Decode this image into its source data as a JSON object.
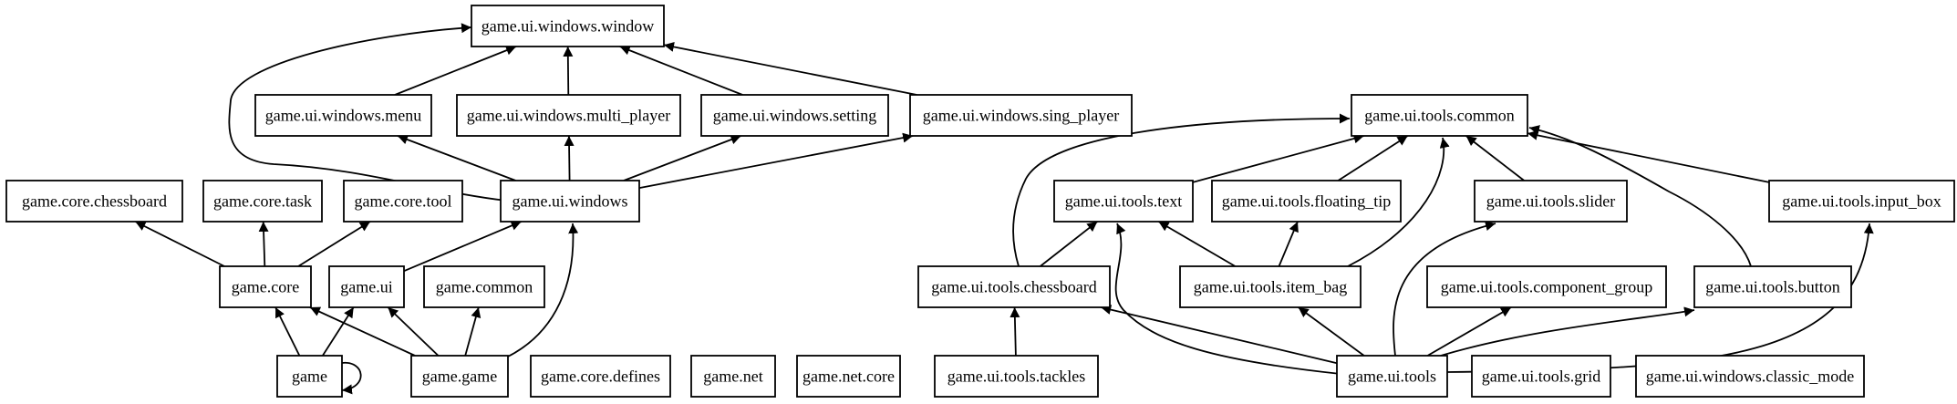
{
  "colors": {
    "background": "#ffffff",
    "stroke": "#000000",
    "text": "#000000"
  },
  "nodes": [
    {
      "id": "w_window",
      "label": "game.ui.windows.window"
    },
    {
      "id": "w_menu",
      "label": "game.ui.windows.menu"
    },
    {
      "id": "w_multi",
      "label": "game.ui.windows.multi_player"
    },
    {
      "id": "w_setting",
      "label": "game.ui.windows.setting"
    },
    {
      "id": "w_sing",
      "label": "game.ui.windows.sing_player"
    },
    {
      "id": "core_chessboard",
      "label": "game.core.chessboard"
    },
    {
      "id": "core_task",
      "label": "game.core.task"
    },
    {
      "id": "core_tool",
      "label": "game.core.tool"
    },
    {
      "id": "windows",
      "label": "game.ui.windows"
    },
    {
      "id": "core",
      "label": "game.core"
    },
    {
      "id": "ui",
      "label": "game.ui"
    },
    {
      "id": "common",
      "label": "game.common"
    },
    {
      "id": "game",
      "label": "game"
    },
    {
      "id": "gamegame",
      "label": "game.game"
    },
    {
      "id": "core_defines",
      "label": "game.core.defines"
    },
    {
      "id": "net",
      "label": "game.net"
    },
    {
      "id": "net_core",
      "label": "game.net.core"
    },
    {
      "id": "t_common",
      "label": "game.ui.tools.common"
    },
    {
      "id": "t_text",
      "label": "game.ui.tools.text"
    },
    {
      "id": "t_floating",
      "label": "game.ui.tools.floating_tip"
    },
    {
      "id": "t_slider",
      "label": "game.ui.tools.slider"
    },
    {
      "id": "t_input",
      "label": "game.ui.tools.input_box"
    },
    {
      "id": "t_chessboard",
      "label": "game.ui.tools.chessboard"
    },
    {
      "id": "t_itembag",
      "label": "game.ui.tools.item_bag"
    },
    {
      "id": "t_compgroup",
      "label": "game.ui.tools.component_group"
    },
    {
      "id": "t_button",
      "label": "game.ui.tools.button"
    },
    {
      "id": "t_tackles",
      "label": "game.ui.tools.tackles"
    },
    {
      "id": "tools",
      "label": "game.ui.tools"
    },
    {
      "id": "t_grid",
      "label": "game.ui.tools.grid"
    },
    {
      "id": "w_classic",
      "label": "game.ui.windows.classic_mode"
    }
  ],
  "edges": [
    {
      "from": "w_menu",
      "to": "w_window"
    },
    {
      "from": "w_multi",
      "to": "w_window"
    },
    {
      "from": "w_setting",
      "to": "w_window"
    },
    {
      "from": "w_sing",
      "to": "w_window"
    },
    {
      "from": "windows",
      "to": "w_window"
    },
    {
      "from": "windows",
      "to": "w_menu"
    },
    {
      "from": "windows",
      "to": "w_multi"
    },
    {
      "from": "windows",
      "to": "w_setting"
    },
    {
      "from": "windows",
      "to": "w_sing"
    },
    {
      "from": "core",
      "to": "core_chessboard"
    },
    {
      "from": "core",
      "to": "core_task"
    },
    {
      "from": "core",
      "to": "core_tool"
    },
    {
      "from": "ui",
      "to": "windows"
    },
    {
      "from": "game",
      "to": "core"
    },
    {
      "from": "game",
      "to": "ui"
    },
    {
      "from": "game",
      "to": "game"
    },
    {
      "from": "gamegame",
      "to": "core"
    },
    {
      "from": "gamegame",
      "to": "ui"
    },
    {
      "from": "gamegame",
      "to": "common"
    },
    {
      "from": "gamegame",
      "to": "windows"
    },
    {
      "from": "t_text",
      "to": "t_common"
    },
    {
      "from": "t_floating",
      "to": "t_common"
    },
    {
      "from": "t_slider",
      "to": "t_common"
    },
    {
      "from": "t_input",
      "to": "t_common"
    },
    {
      "from": "t_chessboard",
      "to": "t_common"
    },
    {
      "from": "t_chessboard",
      "to": "t_text"
    },
    {
      "from": "t_itembag",
      "to": "t_common"
    },
    {
      "from": "t_itembag",
      "to": "t_text"
    },
    {
      "from": "t_itembag",
      "to": "t_floating"
    },
    {
      "from": "t_button",
      "to": "t_common"
    },
    {
      "from": "t_tackles",
      "to": "t_chessboard"
    },
    {
      "from": "tools",
      "to": "t_chessboard"
    },
    {
      "from": "tools",
      "to": "t_text"
    },
    {
      "from": "tools",
      "to": "t_itembag"
    },
    {
      "from": "tools",
      "to": "t_slider"
    },
    {
      "from": "tools",
      "to": "t_compgroup"
    },
    {
      "from": "tools",
      "to": "t_button"
    },
    {
      "from": "tools",
      "to": "t_input"
    }
  ]
}
